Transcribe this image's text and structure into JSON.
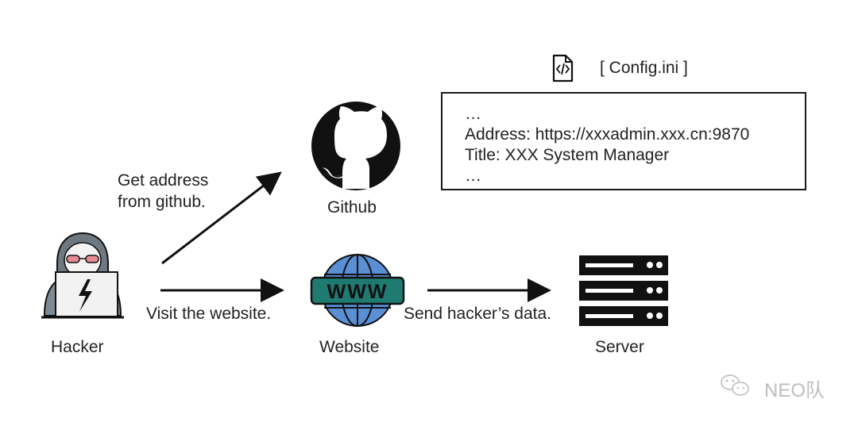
{
  "nodes": {
    "hacker": "Hacker",
    "github": "Github",
    "website": "Website",
    "server": "Server"
  },
  "edges": {
    "hacker_to_github": [
      "Get address",
      "from github."
    ],
    "hacker_to_website": "Visit the website.",
    "website_to_server": "Send hacker’s data."
  },
  "config": {
    "title": "[ Config.ini ]",
    "lines": [
      "…",
      "Address: https://xxxadmin.xxx.cn:9870",
      "Title: XXX System Manager",
      "…"
    ]
  },
  "watermark": "NEO队",
  "icons": {
    "file": "code-file-icon",
    "github": "github-octocat-icon",
    "hacker": "hacker-laptop-icon",
    "website": "www-globe-icon",
    "server": "server-rack-icon",
    "watermark": "wechat-icon"
  },
  "colors": {
    "globe_blue": "#5a8fd4",
    "www_band": "#1f7a72",
    "hoodie": "#7f8a93",
    "glasses": "#e88a93",
    "ink": "#111111"
  }
}
